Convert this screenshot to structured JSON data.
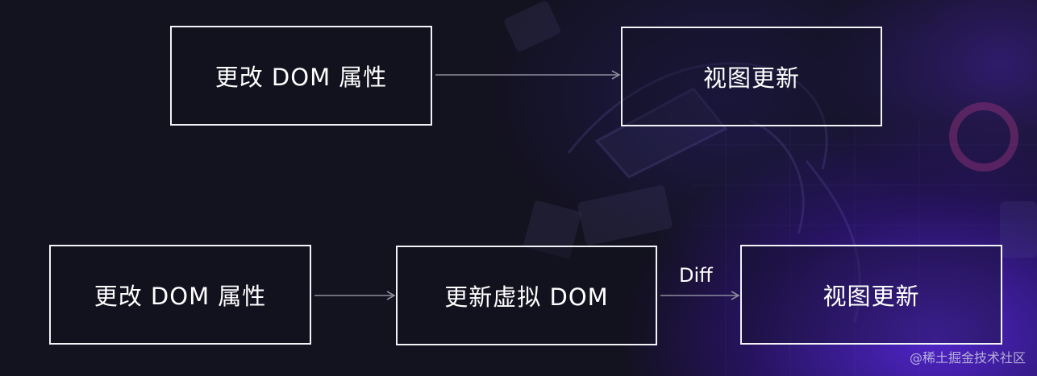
{
  "flow_direct": {
    "source_label": "更改 DOM 属性",
    "target_label": "视图更新"
  },
  "flow_virtual": {
    "source_label": "更改 DOM 属性",
    "middle_label": "更新虚拟 DOM",
    "edge_label": "Diff",
    "target_label": "视图更新"
  },
  "watermark": "@稀土掘金技术社区",
  "colors": {
    "background": "#13121f",
    "box_border": "#f2f2f7",
    "arrow": "#8c8c9c",
    "accent_glow": "#5a28e6"
  }
}
